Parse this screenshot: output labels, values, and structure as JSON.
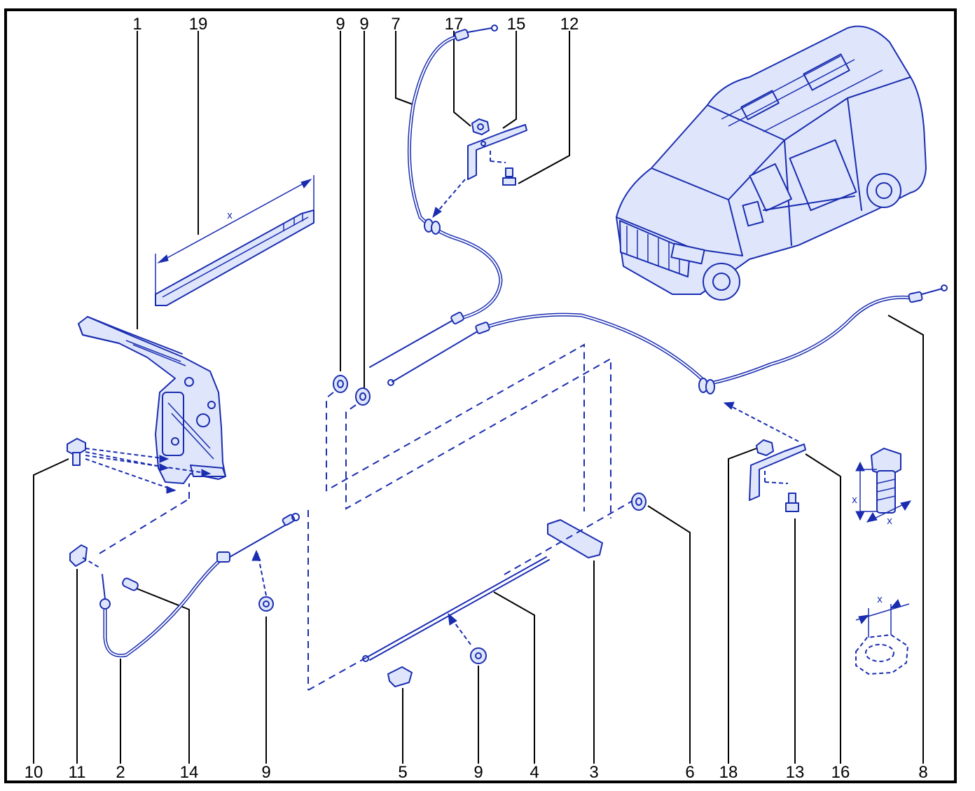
{
  "labels": {
    "top": [
      "1",
      "19",
      "9",
      "9",
      "7",
      "17",
      "15",
      "12"
    ],
    "bottom": [
      "10",
      "11",
      "2",
      "14",
      "9",
      "5",
      "9",
      "4",
      "3",
      "6",
      "18",
      "13",
      "16",
      "8"
    ]
  },
  "dimension_mark": "x",
  "colors": {
    "line_art": "#1a2db0",
    "labels": "#000000",
    "background": "#ffffff"
  },
  "parts": [
    "handbrake-lever",
    "cable-cutting-gauge",
    "primary-cable",
    "front-cable",
    "rear-left-cable",
    "rear-right-cable",
    "cable-guide-bracket",
    "bolt",
    "clip",
    "grommet",
    "nut",
    "retaining-bracket",
    "van-illustration",
    "bolt-dimension-detail",
    "nut-dimension-detail"
  ]
}
